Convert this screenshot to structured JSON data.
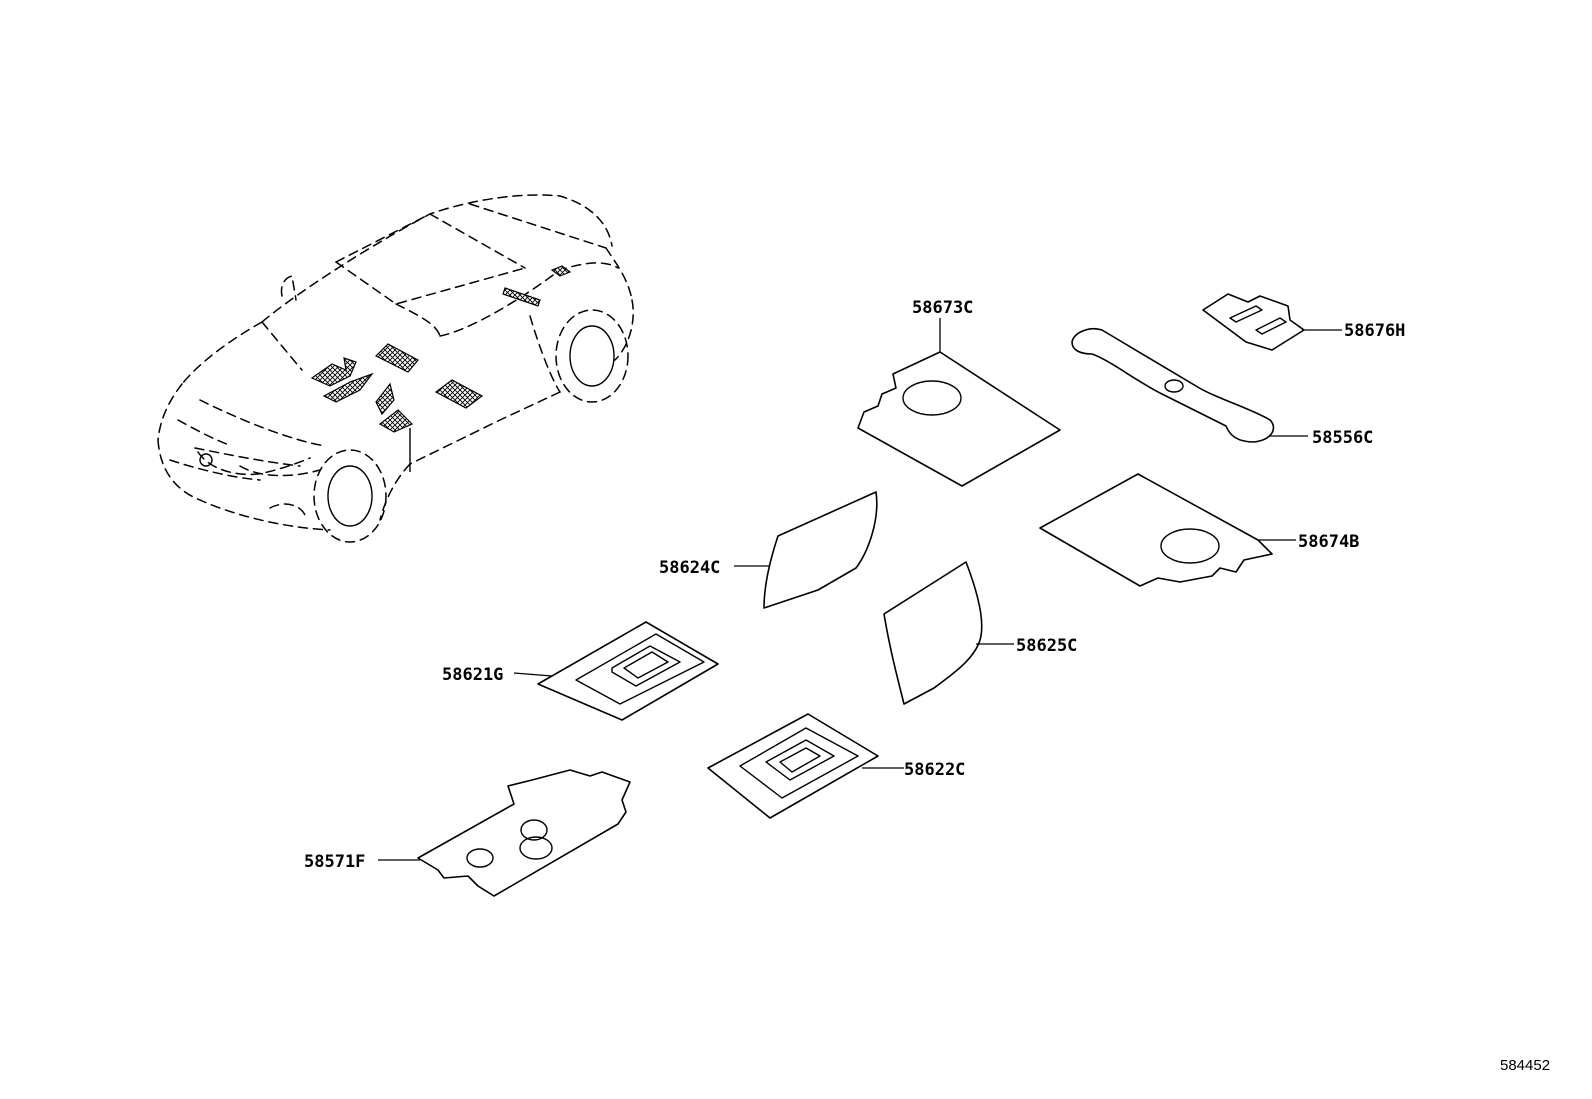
{
  "diagram": {
    "reference_number": "584452",
    "parts": [
      {
        "id": "58673C",
        "label": "58673C"
      },
      {
        "id": "58676H",
        "label": "58676H"
      },
      {
        "id": "58556C",
        "label": "58556C"
      },
      {
        "id": "58674B",
        "label": "58674B"
      },
      {
        "id": "58624C",
        "label": "58624C"
      },
      {
        "id": "58625C",
        "label": "58625C"
      },
      {
        "id": "58621G",
        "label": "58621G"
      },
      {
        "id": "58622C",
        "label": "58622C"
      },
      {
        "id": "58571F",
        "label": "58571F"
      }
    ]
  }
}
